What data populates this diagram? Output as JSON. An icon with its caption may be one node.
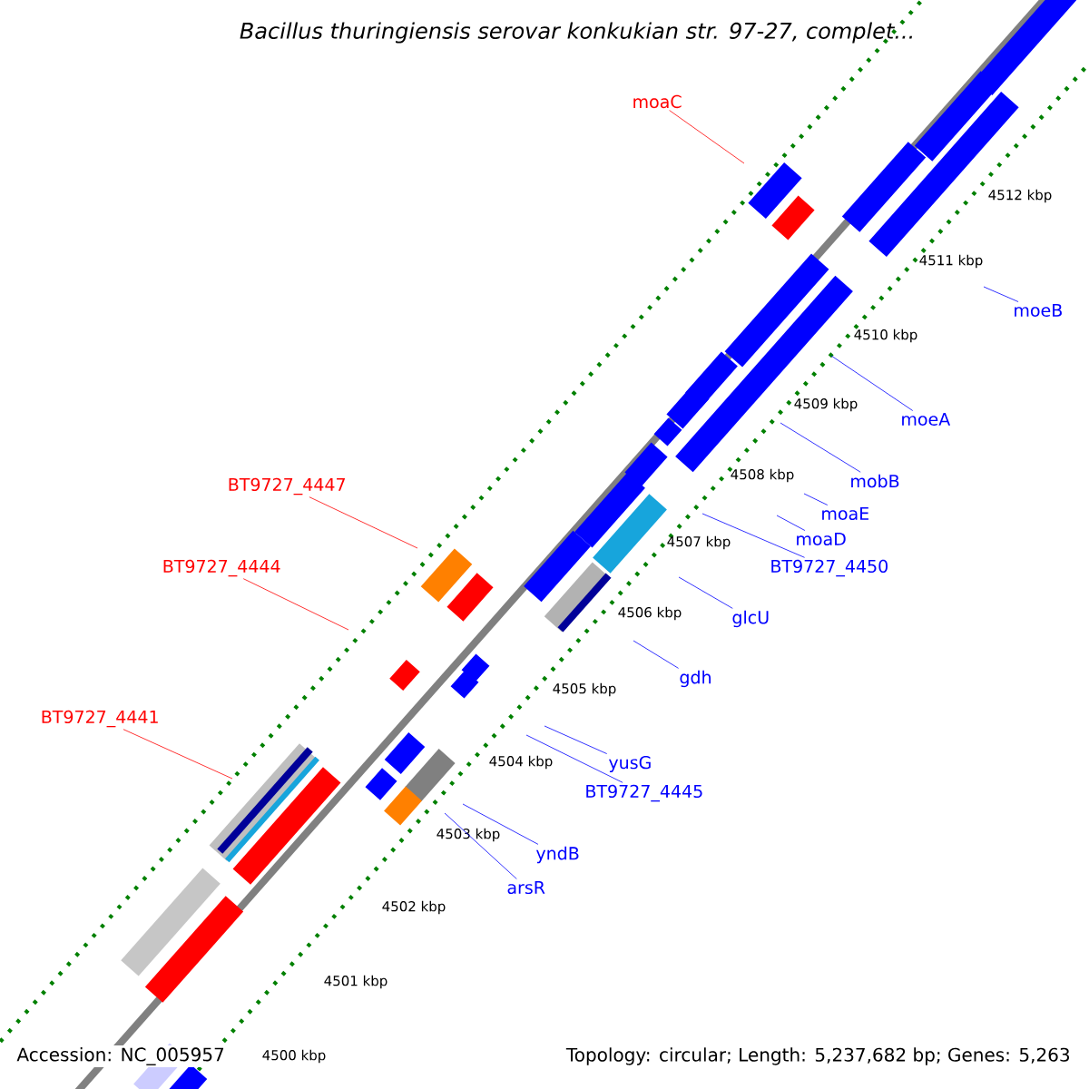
{
  "diagram": {
    "title": "Bacillus thuringiensis serovar konkukian str. 97-27, complet...",
    "nodes": [
      {
        "text": [
          "moaC"
        ]
      },
      {
        "text": [
          "moeB"
        ]
      },
      {
        "text": [
          "moeA"
        ]
      },
      {
        "text": [
          "mobB"
        ]
      },
      {
        "text": [
          "moaE"
        ]
      },
      {
        "text": [
          "moaD"
        ]
      },
      {
        "text": [
          "BT9727_4450"
        ]
      },
      {
        "text": [
          "BT9727_4447"
        ]
      },
      {
        "text": [
          "BT9727_4444"
        ]
      },
      {
        "text": [
          "glcU"
        ]
      },
      {
        "text": [
          "gdh"
        ]
      },
      {
        "text": [
          "BT9727_4441"
        ]
      },
      {
        "text": [
          "yusG"
        ]
      },
      {
        "text": [
          "BT9727_4445"
        ]
      },
      {
        "text": [
          "yndB"
        ]
      },
      {
        "text": [
          "arsR"
        ]
      }
    ],
    "edges": [
      {
        "from": 0,
        "to": null,
        "arrow": "none",
        "color": "#ff0000"
      },
      {
        "from": 1,
        "to": null,
        "arrow": "none"
      },
      {
        "from": 2,
        "to": null,
        "arrow": "none"
      },
      {
        "from": 3,
        "to": null,
        "arrow": "none"
      },
      {
        "from": 4,
        "to": null,
        "arrow": "none"
      },
      {
        "from": 5,
        "to": null,
        "arrow": "none"
      },
      {
        "from": 6,
        "to": null,
        "arrow": "none"
      },
      {
        "from": 7,
        "to": null,
        "arrow": "none",
        "color": "#ff0000"
      },
      {
        "from": 8,
        "to": null,
        "arrow": "none",
        "color": "#ff0000"
      },
      {
        "from": 9,
        "to": null,
        "arrow": "none"
      },
      {
        "from": 10,
        "to": null,
        "arrow": "none"
      },
      {
        "from": 11,
        "to": null,
        "arrow": "none",
        "color": "#ff0000"
      },
      {
        "from": 12,
        "to": null,
        "arrow": "none"
      },
      {
        "from": 13,
        "to": null,
        "arrow": "none"
      },
      {
        "from": 14,
        "to": null,
        "arrow": "none"
      },
      {
        "from": 15,
        "to": null,
        "arrow": "none"
      }
    ],
    "labels": [
      "4512 kbp",
      "4511 kbp",
      "4510 kbp",
      "4509 kbp",
      "4508 kbp",
      "4507 kbp",
      "4506 kbp",
      "4505 kbp",
      "4504 kbp",
      "4503 kbp",
      "4502 kbp",
      "4501 kbp",
      "Accession: NC_005957",
      "4500 kbp",
      "Topology: circular; Length: 5,237,682 bp; Genes: 5,263"
    ]
  }
}
